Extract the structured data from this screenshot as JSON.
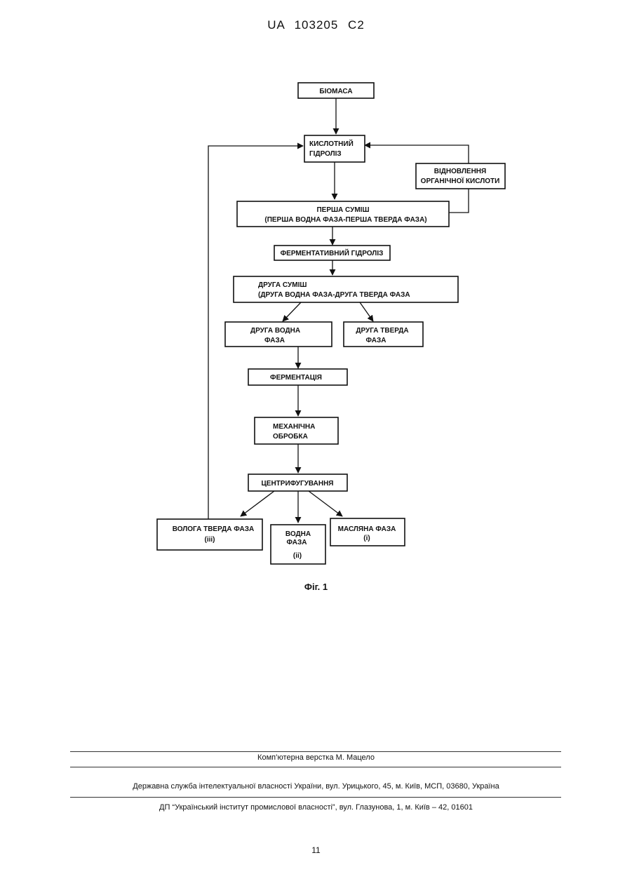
{
  "header": "UA 103205 C2",
  "diagram": {
    "biomass": "БІОМАСА",
    "acid_hydrolysis": [
      "КИСЛОТНИЙ",
      "ГІДРОЛІЗ"
    ],
    "organic_acid_recovery": [
      "ВІДНОВЛЕННЯ",
      "ОРГАНІЧНОЇ КИСЛОТИ"
    ],
    "first_mixture": [
      "ПЕРША СУМІШ",
      "(ПЕРША ВОДНА ФАЗА-ПЕРША ТВЕРДА ФАЗА)"
    ],
    "enzymatic_hydrolysis": "ФЕРМЕНТАТИВНИЙ ГІДРОЛІЗ",
    "second_mixture": [
      "ДРУГА СУМІШ",
      "(ДРУГА ВОДНА ФАЗА-ДРУГА ТВЕРДА ФАЗА"
    ],
    "second_aqueous": [
      "ДРУГА ВОДНА",
      "ФАЗА"
    ],
    "second_solid": [
      "ДРУГА ТВЕРДА",
      "ФАЗА"
    ],
    "fermentation": "ФЕРМЕНТАЦІЯ",
    "mechanical": [
      "МЕХАНІЧНА",
      "ОБРОБКА"
    ],
    "centrifugation": "ЦЕНТРИФУГУВАННЯ",
    "wet_solid": [
      "ВОЛОГА ТВЕРДА ФАЗА",
      "(iii)"
    ],
    "aqueous": [
      "ВОДНА",
      "ФАЗА",
      "(ii)"
    ],
    "oil": [
      "МАСЛЯНА ФАЗА",
      "(i)"
    ]
  },
  "figure_caption": "Фіг. 1",
  "footer": {
    "typesetting": "Комп’ютерна верстка М. Мацело",
    "office": "Державна служба інтелектуальної власності України, вул. Урицького, 45, м. Київ, МСП, 03680, Україна",
    "institute": "ДП “Український інститут промислової власності”, вул. Глазунова, 1, м. Київ – 42, 01601"
  },
  "page_number": "11"
}
